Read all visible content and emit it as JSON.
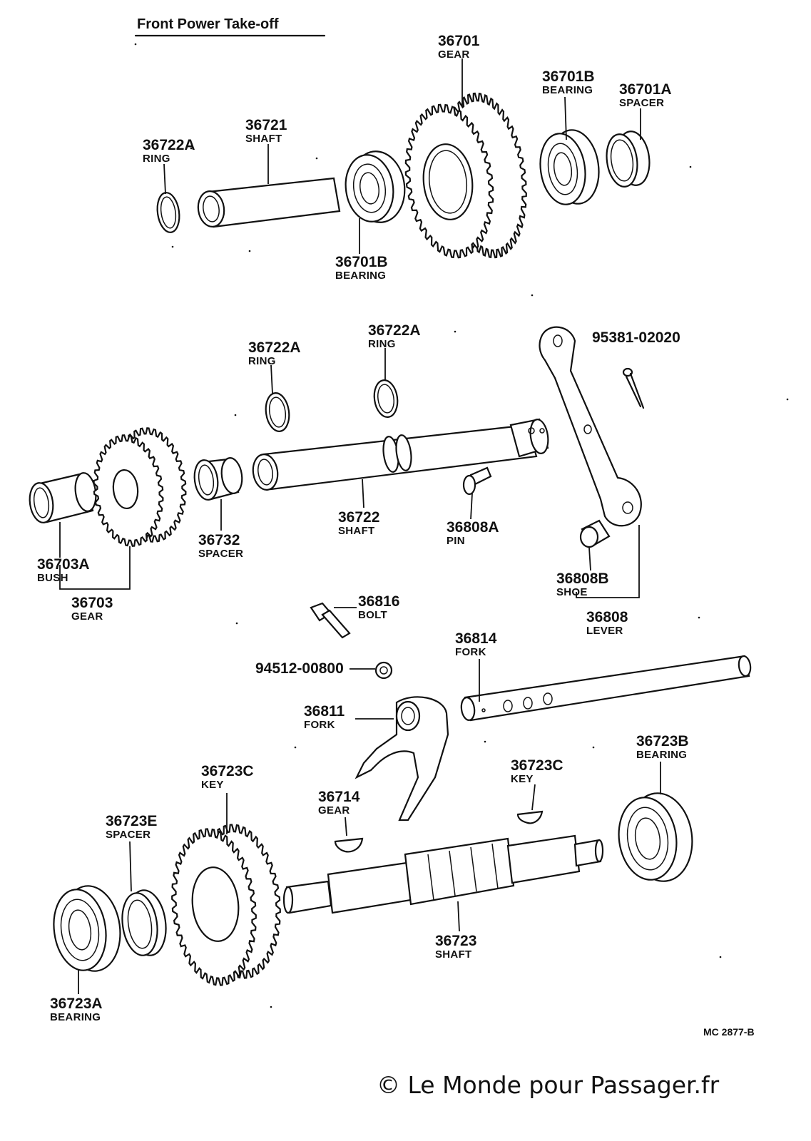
{
  "title": "Front Power Take-off",
  "drawing_code": "MC 2877-B",
  "credit": "© Le Monde pour Passager.fr",
  "parts": [
    {
      "num": "36701",
      "name": "GEAR"
    },
    {
      "num": "36701B",
      "name": "BEARING"
    },
    {
      "num": "36701A",
      "name": "SPACER"
    },
    {
      "num": "36721",
      "name": "SHAFT"
    },
    {
      "num": "36722A",
      "name": "RING"
    },
    {
      "num": "36701B",
      "name": "BEARING"
    },
    {
      "num": "36722A",
      "name": "RING"
    },
    {
      "num": "36722A",
      "name": "RING"
    },
    {
      "num": "95381-02020",
      "name": ""
    },
    {
      "num": "36722",
      "name": "SHAFT"
    },
    {
      "num": "36808A",
      "name": "PIN"
    },
    {
      "num": "36732",
      "name": "SPACER"
    },
    {
      "num": "36703A",
      "name": "BUSH"
    },
    {
      "num": "36703",
      "name": "GEAR"
    },
    {
      "num": "36808B",
      "name": "SHOE"
    },
    {
      "num": "36808",
      "name": "LEVER"
    },
    {
      "num": "36816",
      "name": "BOLT"
    },
    {
      "num": "94512-00800",
      "name": ""
    },
    {
      "num": "36814",
      "name": "FORK"
    },
    {
      "num": "36811",
      "name": "FORK"
    },
    {
      "num": "36723B",
      "name": "BEARING"
    },
    {
      "num": "36723C",
      "name": "KEY"
    },
    {
      "num": "36714",
      "name": "GEAR"
    },
    {
      "num": "36723C",
      "name": "KEY"
    },
    {
      "num": "36723E",
      "name": "SPACER"
    },
    {
      "num": "36723",
      "name": "SHAFT"
    },
    {
      "num": "36723A",
      "name": "BEARING"
    }
  ]
}
